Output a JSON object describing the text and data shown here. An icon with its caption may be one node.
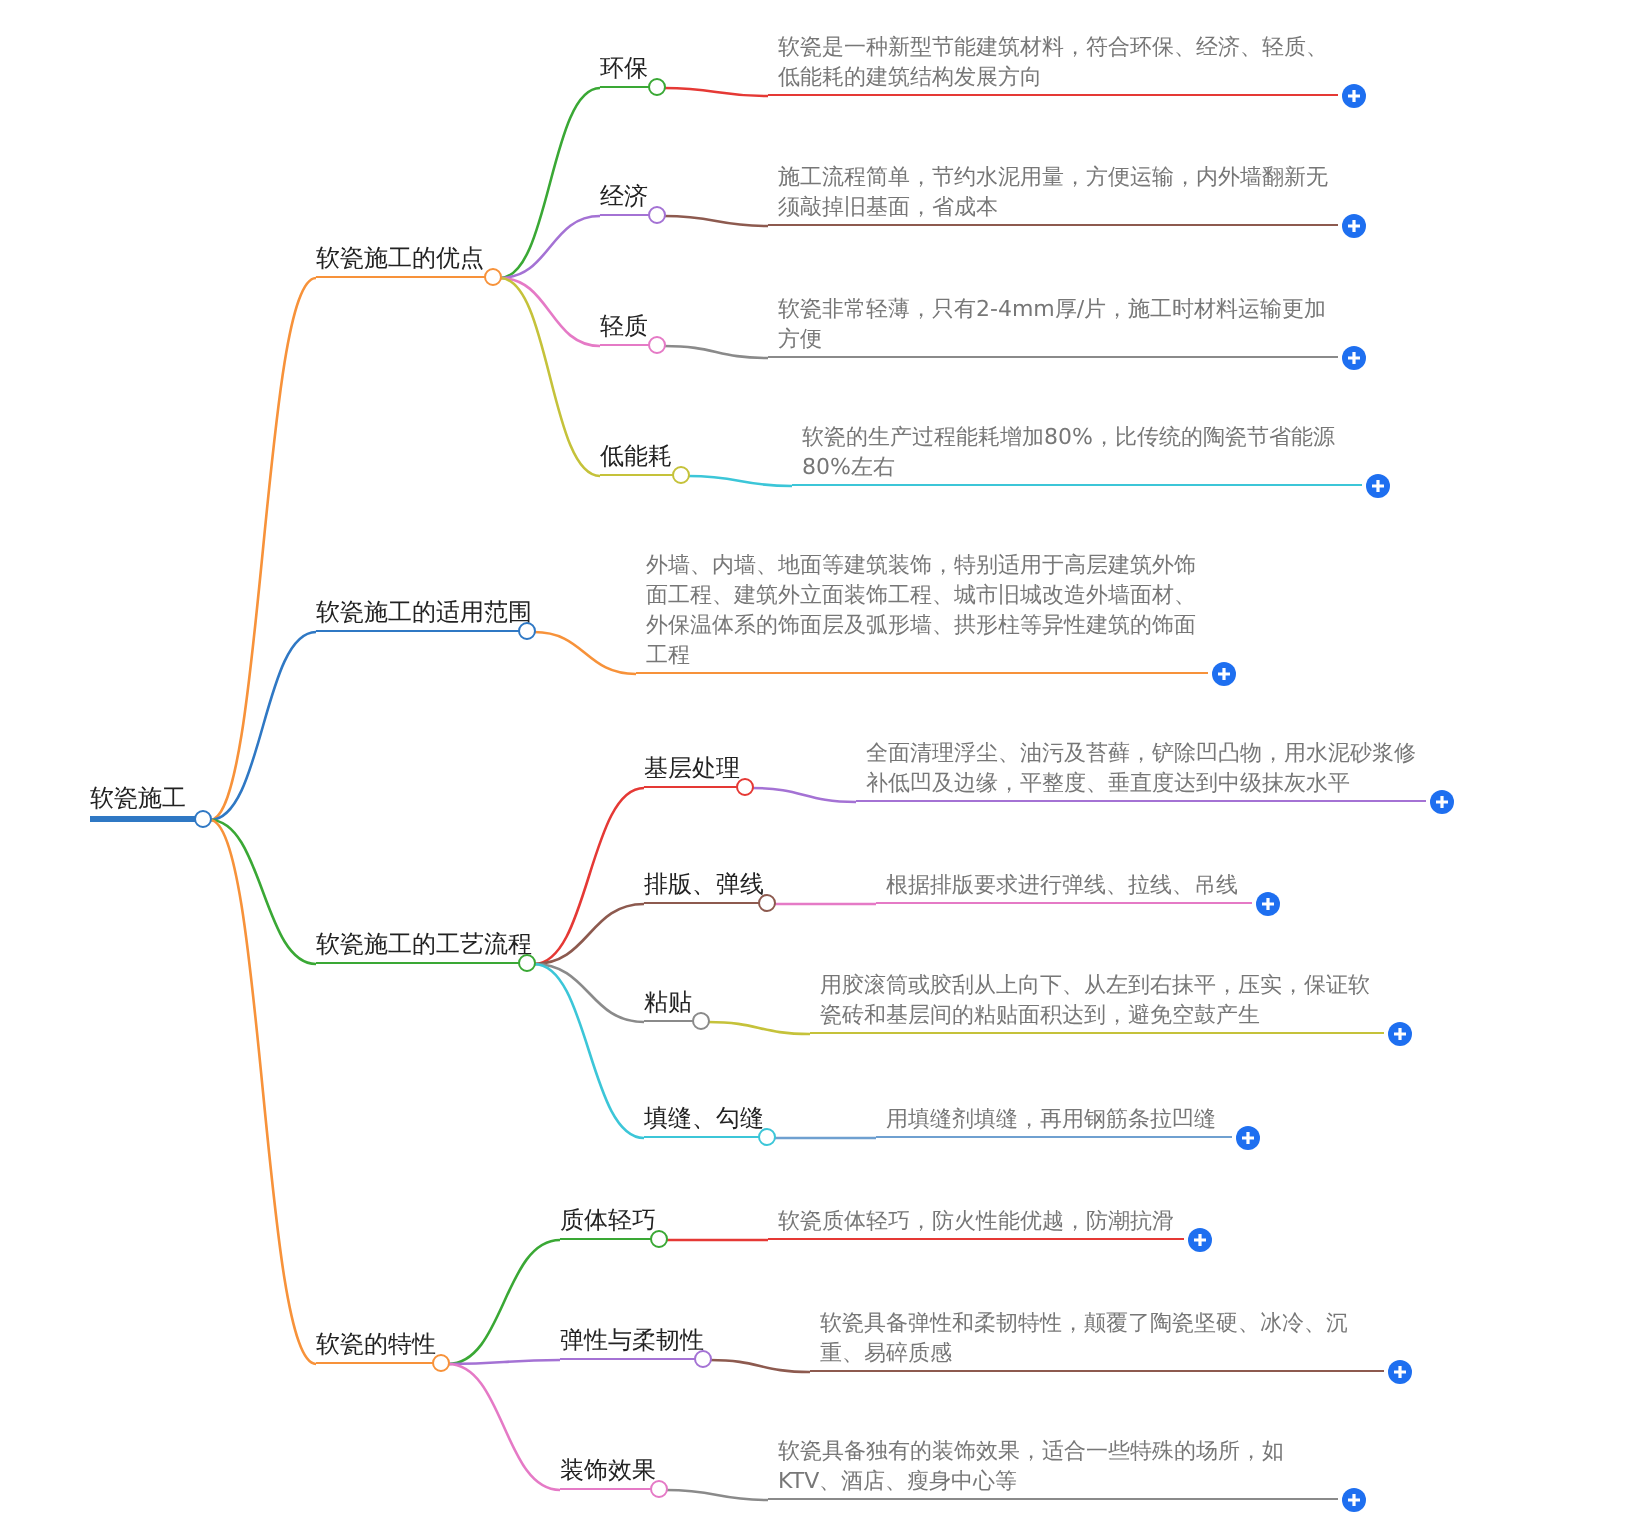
{
  "diagram": {
    "nodes": [
      {
        "text": [
          "软瓷施工"
        ]
      },
      {
        "text": [
          "软瓷施工的优点"
        ]
      },
      {
        "text": [
          "环保"
        ]
      },
      {
        "text": [
          "软瓷是一种新型节能建筑材料，符合环保、经济、轻质、低能耗的建筑结构发展方向"
        ]
      },
      {
        "text": [
          "经济"
        ]
      },
      {
        "text": [
          "施工流程简单，节约水泥用量，方便运输，内外墙翻新无须敲掉旧基面，省成本"
        ]
      },
      {
        "text": [
          "轻质"
        ]
      },
      {
        "text": [
          "软瓷非常轻薄，只有2-4mm厚/片，施工时材料运输更加方便"
        ]
      },
      {
        "text": [
          "低能耗"
        ]
      },
      {
        "text": [
          "软瓷的生产过程能耗增加80%，比传统的陶瓷节省能源80%左右"
        ]
      },
      {
        "text": [
          "软瓷施工的适用范围"
        ]
      },
      {
        "text": [
          "外墙、内墙、地面等建筑装饰，特别适用于高层建筑外饰面工程、建筑外立面装饰工程、城市旧城改造外墙面材、外保温体系的饰面层及弧形墙、拱形柱等异性建筑的饰面工程"
        ]
      },
      {
        "text": [
          "软瓷施工的工艺流程"
        ]
      },
      {
        "text": [
          "基层处理"
        ]
      },
      {
        "text": [
          "全面清理浮尘、油污及苔藓，铲除凹凸物，用水泥砂浆修补低凹及边缘，平整度、垂直度达到中级抹灰水平"
        ]
      },
      {
        "text": [
          "排版、弹线"
        ]
      },
      {
        "text": [
          "根据排版要求进行弹线、拉线、吊线"
        ]
      },
      {
        "text": [
          "粘贴"
        ]
      },
      {
        "text": [
          "用胶滚筒或胶刮从上向下、从左到右抹平，压实，保证软瓷砖和基层间的粘贴面积达到，避免空鼓产生"
        ]
      },
      {
        "text": [
          "填缝、勾缝"
        ]
      },
      {
        "text": [
          "用填缝剂填缝，再用钢筋条拉凹缝"
        ]
      },
      {
        "text": [
          "软瓷的特性"
        ]
      },
      {
        "text": [
          "质体轻巧"
        ]
      },
      {
        "text": [
          "软瓷质体轻巧，防火性能优越，防潮抗滑"
        ]
      },
      {
        "text": [
          "弹性与柔韧性"
        ]
      },
      {
        "text": [
          "软瓷具备弹性和柔韧特性，颠覆了陶瓷坚硬、冰冷、沉重、易碎质感"
        ]
      },
      {
        "text": [
          "装饰效果"
        ]
      },
      {
        "text": [
          "软瓷具备独有的装饰效果，适合一些特殊的场所，如KTV、酒店、瘦身中心等"
        ]
      }
    ],
    "edges": [
      {
        "from": 0,
        "to": 1,
        "arrow": "none",
        "color": "#f7923a"
      },
      {
        "from": 0,
        "to": 10,
        "arrow": "none",
        "color": "#2f78c4"
      },
      {
        "from": 0,
        "to": 12,
        "arrow": "none",
        "color": "#3aa835"
      },
      {
        "from": 0,
        "to": 21,
        "arrow": "none",
        "color": "#f7923a"
      },
      {
        "from": 1,
        "to": 2,
        "arrow": "none",
        "color": "#3aa835"
      },
      {
        "from": 2,
        "to": 3,
        "arrow": "none",
        "color": "#e53935"
      },
      {
        "from": 1,
        "to": 4,
        "arrow": "none",
        "color": "#a472d4"
      },
      {
        "from": 4,
        "to": 5,
        "arrow": "none",
        "color": "#8d5a4f"
      },
      {
        "from": 1,
        "to": 6,
        "arrow": "none",
        "color": "#e57ac6"
      },
      {
        "from": 6,
        "to": 7,
        "arrow": "none",
        "color": "#8a8a8a"
      },
      {
        "from": 1,
        "to": 8,
        "arrow": "none",
        "color": "#c5c23a"
      },
      {
        "from": 8,
        "to": 9,
        "arrow": "none",
        "color": "#3cc6d8"
      },
      {
        "from": 10,
        "to": 11,
        "arrow": "none",
        "color": "#f7923a"
      },
      {
        "from": 12,
        "to": 13,
        "arrow": "none",
        "color": "#e53935"
      },
      {
        "from": 13,
        "to": 14,
        "arrow": "none",
        "color": "#a472d4"
      },
      {
        "from": 12,
        "to": 15,
        "arrow": "none",
        "color": "#8d5a4f"
      },
      {
        "from": 15,
        "to": 16,
        "arrow": "none",
        "color": "#e57ac6"
      },
      {
        "from": 12,
        "to": 17,
        "arrow": "none",
        "color": "#8a8a8a"
      },
      {
        "from": 17,
        "to": 18,
        "arrow": "none",
        "color": "#c5c23a"
      },
      {
        "from": 12,
        "to": 19,
        "arrow": "none",
        "color": "#3cc6d8"
      },
      {
        "from": 19,
        "to": 20,
        "arrow": "none",
        "color": "#6fa0d0"
      },
      {
        "from": 21,
        "to": 22,
        "arrow": "none",
        "color": "#3aa835"
      },
      {
        "from": 22,
        "to": 23,
        "arrow": "none",
        "color": "#e53935"
      },
      {
        "from": 21,
        "to": 24,
        "arrow": "none",
        "color": "#a472d4"
      },
      {
        "from": 24,
        "to": 25,
        "arrow": "none",
        "color": "#8d5a4f"
      },
      {
        "from": 21,
        "to": 26,
        "arrow": "none",
        "color": "#e57ac6"
      },
      {
        "from": 26,
        "to": 27,
        "arrow": "none",
        "color": "#8a8a8a"
      }
    ]
  }
}
